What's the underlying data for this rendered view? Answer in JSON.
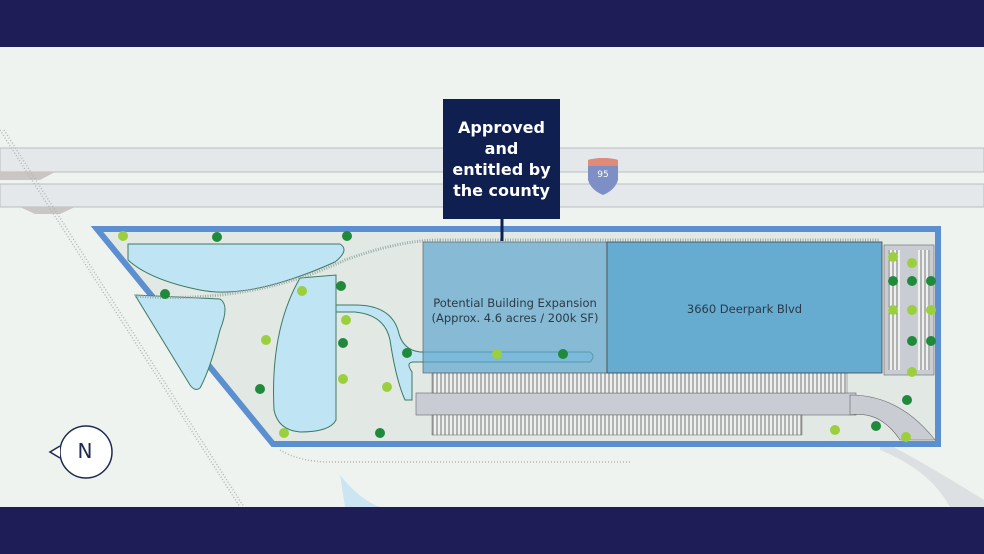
{
  "callout": {
    "text": "Approved and entitled by the county"
  },
  "highway": {
    "shield_number": "95"
  },
  "parcels": [
    {
      "name": "expansion",
      "line1": "Potential Building Expansion",
      "line2": "(Approx. 4.6 acres / 200k SF)"
    },
    {
      "name": "building",
      "label": "3660 Deerpark Blvd"
    }
  ],
  "compass": {
    "label": "N"
  },
  "colors": {
    "banner": "#1f1d58",
    "callout": "#0e1f50",
    "boundary": "#5b8fd0",
    "building": "#66acd0",
    "water": "#bfe4f4"
  }
}
